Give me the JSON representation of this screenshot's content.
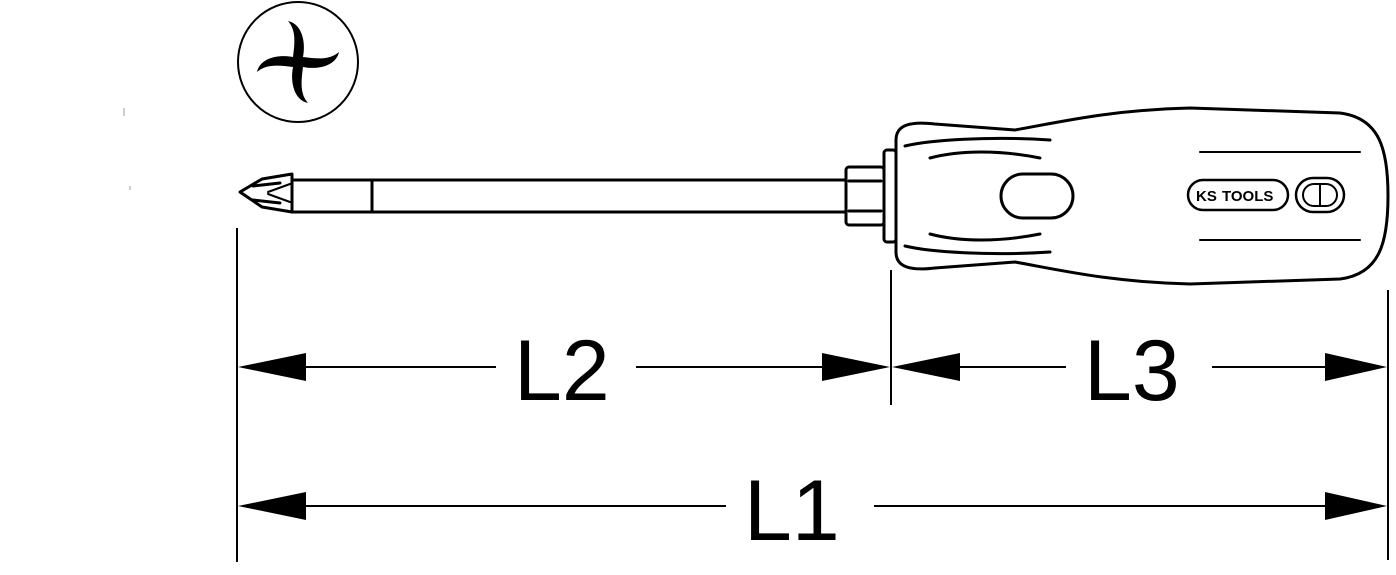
{
  "tip_icon": {
    "icon": "phillips-cross-icon"
  },
  "tool": {
    "brand_ks": "KS",
    "brand_tools": "TOOLS"
  },
  "dimensions": {
    "l1": "L1",
    "l2": "L2",
    "l3": "L3"
  },
  "colors": {
    "line": "#000000",
    "background": "#ffffff"
  }
}
